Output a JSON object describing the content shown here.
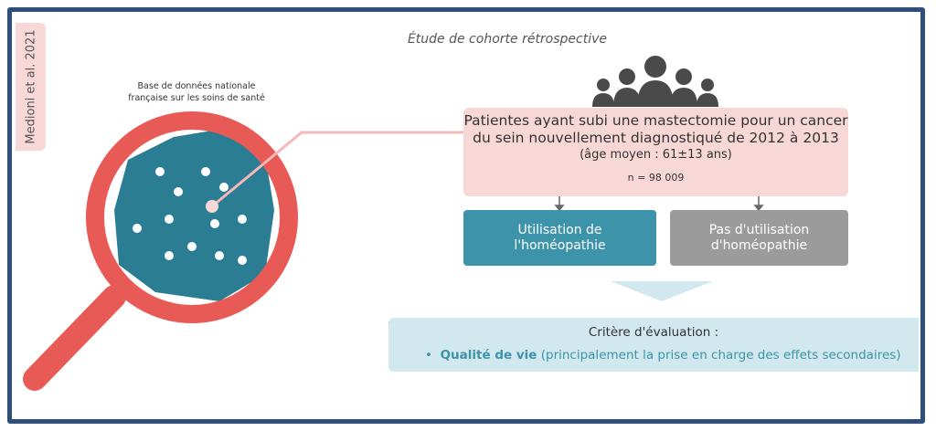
{
  "citation": "Medioni et al. 2021",
  "title": "Étude de cohorte rétrospective",
  "database_label": [
    "Base de données nationale",
    "française sur les soins de santé"
  ],
  "population": {
    "line1": "Patientes ayant subi une mastectomie pour un cancer",
    "line2": "du sein nouvellement diagnostiqué de 2012 à 2013",
    "line3": "(âge moyen : 61±13 ans)",
    "n": "n = 98 009"
  },
  "groups": [
    {
      "line1": "Utilisation de",
      "line2": "l'homéopathie"
    },
    {
      "line1": "Pas d'utilisation",
      "line2": "d'homéopathie"
    }
  ],
  "criteria": {
    "heading": "Critère d'évaluation :",
    "bullet": "•",
    "item_strong": "Qualité de vie",
    "item_rest": " (principalement la prise en charge des effets secondaires)"
  },
  "colors": {
    "frame": "#2e4e7c",
    "pink": "#f8d7d7",
    "red": "#e85a55",
    "teal": "#3d93aa",
    "grey": "#9b9b9b",
    "light_teal": "#d1e8ef"
  }
}
